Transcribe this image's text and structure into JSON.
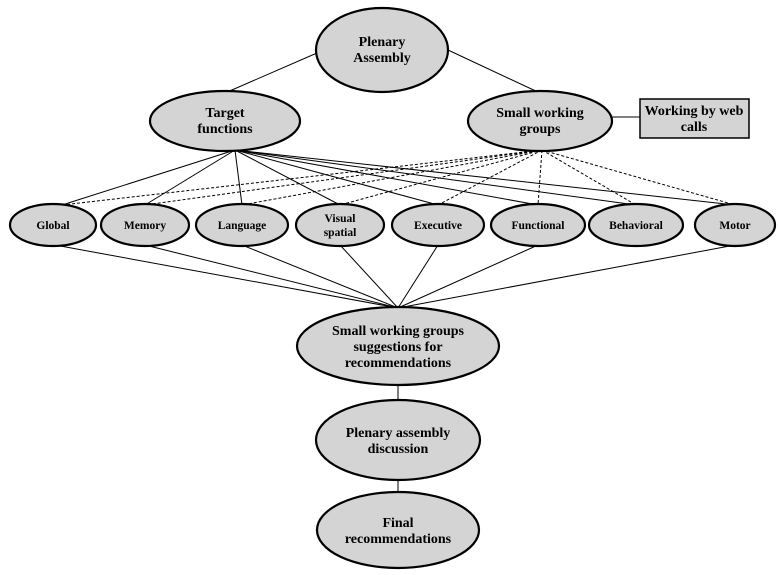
{
  "nodes": {
    "plenary": [
      "Plenary",
      "Assembly"
    ],
    "target": [
      "Target",
      "functions"
    ],
    "groups": [
      "Small working",
      "groups"
    ],
    "webcalls": [
      "Working by web",
      "calls"
    ],
    "domains": [
      [
        "Global"
      ],
      [
        "Memory"
      ],
      [
        "Language"
      ],
      [
        "Visual",
        "spatial"
      ],
      [
        "Executive"
      ],
      [
        "Functional"
      ],
      [
        "Behavioral"
      ],
      [
        "Motor"
      ]
    ],
    "suggestions": [
      "Small working groups",
      "suggestions for",
      "recommendations"
    ],
    "discussion": [
      "Plenary assembly",
      "discussion"
    ],
    "final": [
      "Final",
      "recommendations"
    ]
  }
}
